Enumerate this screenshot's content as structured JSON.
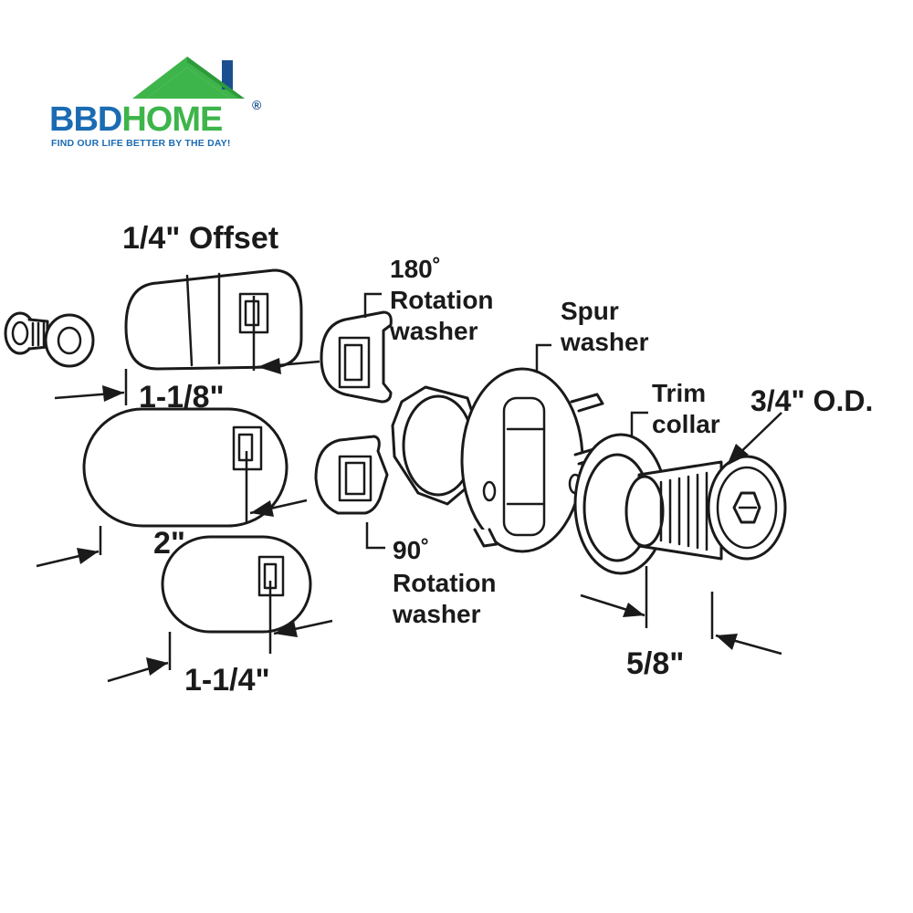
{
  "logo": {
    "brand_part1": "BBD",
    "brand_part2": "HOME",
    "registered": "®",
    "tagline": "FIND OUR LIFE BETTER BY THE DAY!",
    "colors": {
      "blue": "#1b6bb3",
      "green": "#3db54a",
      "navy": "#1b4f8f"
    }
  },
  "labels": {
    "offset_title": "1/4\" Offset",
    "cam_offset_size": "1-1/8\"",
    "cam_long_size": "2\"",
    "cam_short_size": "1-1/4\"",
    "washer_180_degrees": "180˚",
    "washer_180_line1": "Rotation",
    "washer_180_line2": "washer",
    "washer_90_degrees": "90˚",
    "washer_90_line1": "Rotation",
    "washer_90_line2": "washer",
    "spur_line1": "Spur",
    "spur_line2": "washer",
    "trim_line1": "Trim",
    "trim_line2": "collar",
    "outer_diameter": "3/4\" O.D.",
    "cylinder_length": "5/8\""
  }
}
